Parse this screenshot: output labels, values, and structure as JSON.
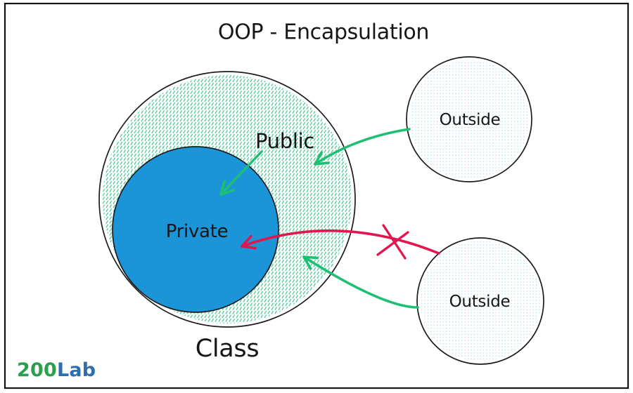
{
  "title": "OOP - Encapsulation",
  "diagram": {
    "class_label": "Class",
    "public_label": "Public",
    "private_label": "Private",
    "outside_top": {
      "label": "Outside"
    },
    "outside_bottom": {
      "label": "Outside"
    }
  },
  "logo": {
    "prefix": "200",
    "suffix": "Lab"
  },
  "colors": {
    "outline": "#1c1c1c",
    "frame": "#151515",
    "private_fill": "#1b95d8",
    "hatch_green": "#3cc48c",
    "dot_blue": "#a9d7e6",
    "arrow_green": "#1dc073",
    "arrow_red": "#e1164e",
    "text": "#161616",
    "logo_green": "#28a04c",
    "logo_blue": "#2d6eae"
  }
}
